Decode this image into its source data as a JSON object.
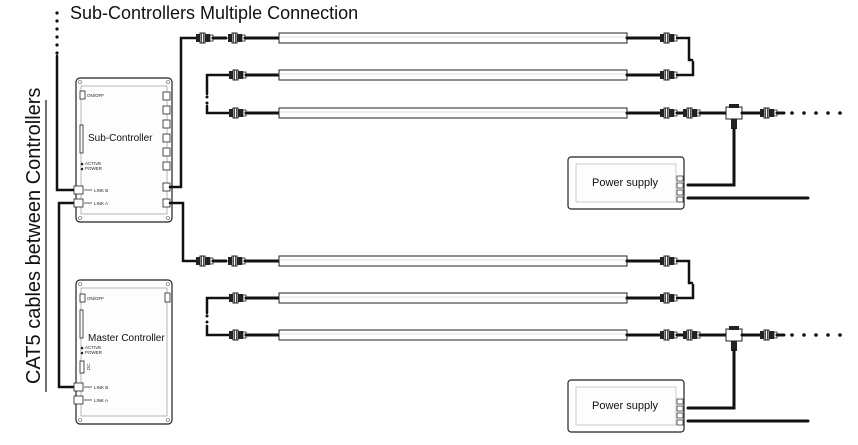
{
  "title": "Sub-Controllers Multiple Connection",
  "side_label": "CAT5 cables between Controllers",
  "sub_controller": {
    "name": "Sub-Controller",
    "on_off": "ON/OFF",
    "active": "ACTIVE",
    "power": "POWER",
    "link_b": "LINK B",
    "link_a": "LINK A"
  },
  "master_controller": {
    "name": "Master Controller",
    "on_off": "ON/OFF",
    "active": "ACTIVE",
    "power": "POWER",
    "dc": "DC",
    "link_b": "LINK B",
    "link_a": "LINK A"
  },
  "power_supply_label": "Power supply"
}
